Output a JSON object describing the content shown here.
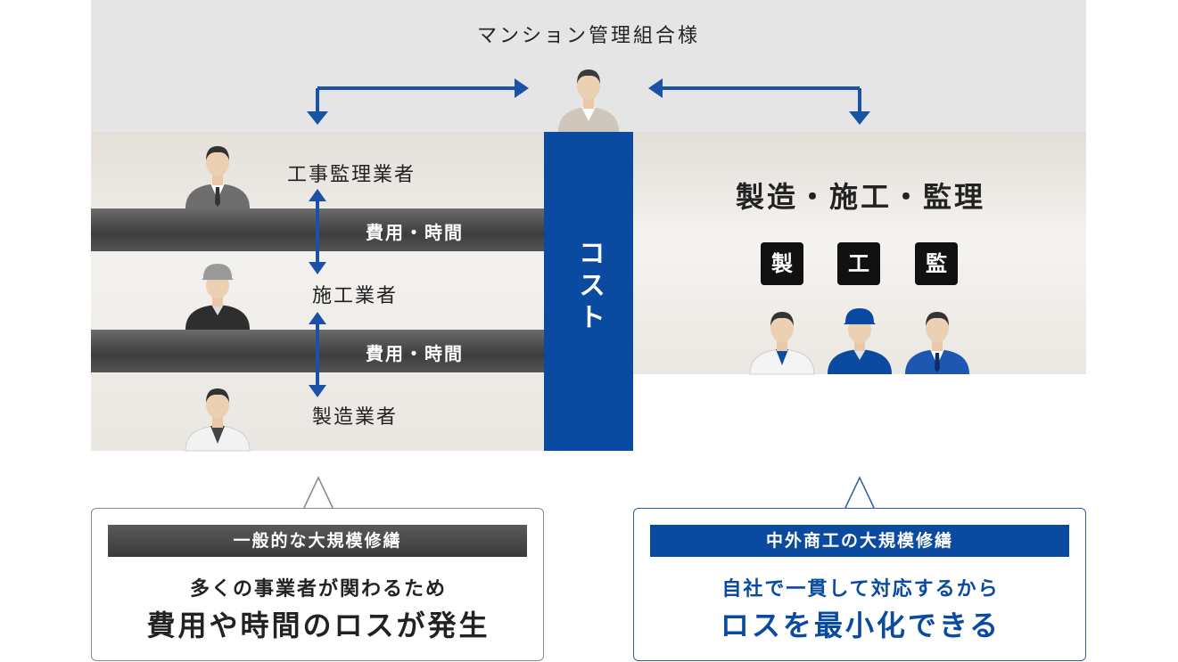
{
  "client": {
    "label": "マンション管理組合様"
  },
  "left": {
    "roles": [
      "工事監理業者",
      "施工業者",
      "製造業者"
    ],
    "bars": [
      "費用・時間",
      "費用・時間"
    ]
  },
  "cost": {
    "label": "コスト"
  },
  "right": {
    "title": "製造・施工・監理",
    "badges": [
      "製",
      "工",
      "監"
    ]
  },
  "boxes": {
    "general": {
      "heading": "一般的な大規模修繕",
      "line1": "多くの事業者が関わるため",
      "line2": "費用や時間のロスが発生"
    },
    "company": {
      "heading": "中外商工の大規模修繕",
      "line1": "自社で一貫して対応するから",
      "line2": "ロスを最小化できる"
    }
  },
  "colors": {
    "blue": "#0a4aa0",
    "dark_bar": "#4a4a4a",
    "gray_band": "#e5e5e5"
  }
}
